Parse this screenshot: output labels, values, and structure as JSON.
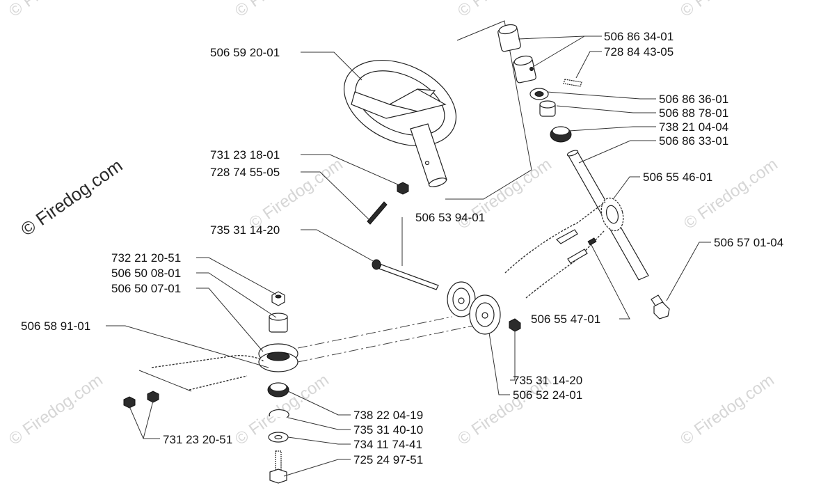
{
  "watermark": {
    "main": "© Firedog.com",
    "tile": "© Firedog.com"
  },
  "parts": {
    "p506592001": "506 59 20-01",
    "p731231801": "731 23 18-01",
    "p728745505": "728 74 55-05",
    "p735311420a": "735 31 14-20",
    "p506539401": "506 53 94-01",
    "p732212051": "732 21 20-51",
    "p506500801": "506 50 08-01",
    "p506500701": "506 50 07-01",
    "p506589101": "506 58 91-01",
    "p731232051": "731 23 20-51",
    "p738220419": "738 22 04-19",
    "p735314010": "735 31 40-10",
    "p734117441": "734 11 74-41",
    "p725249751": "725 24 97-51",
    "p735311420b": "735 31 14-20",
    "p506522401": "506 52 24-01",
    "p506554701": "506 55 47-01",
    "p506570104": "506 57 01-04",
    "p506554601": "506 55 46-01",
    "p506863301": "506 86 33-01",
    "p738210404": "738 21 04-04",
    "p506887801": "506 88 78-01",
    "p506863601": "506 86 36-01",
    "p728844305": "728 84 43-05",
    "p506863401": "506 86 34-01"
  }
}
